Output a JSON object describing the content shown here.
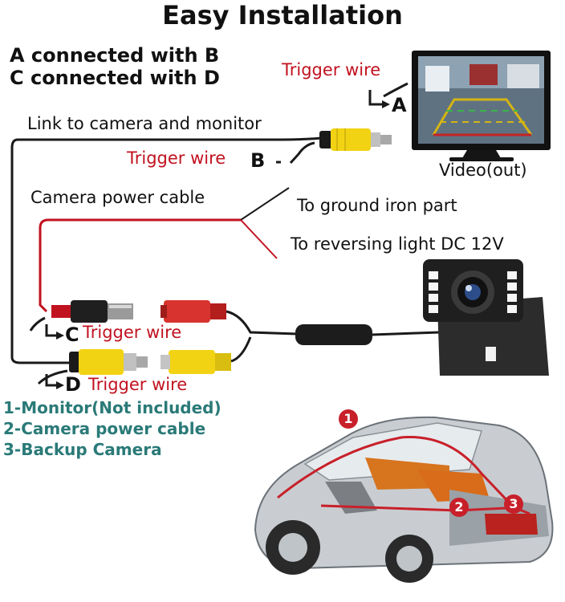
{
  "title": "Easy Installation",
  "connections": [
    "A connected with B",
    "C connected with D"
  ],
  "labels": {
    "trigger_wire": "Trigger wire",
    "link_to_camera": "Link to camera  and monitor",
    "camera_power_cable": "Camera power cable",
    "to_ground": "To ground iron part",
    "to_reversing": "To reversing light DC 12V",
    "video_out": "Video(out)",
    "letter_a": "A",
    "letter_b": "B",
    "letter_c": "C",
    "letter_d": "D"
  },
  "legend": [
    "1-Monitor(Not included)",
    "2-Camera power cable",
    "3-Backup Camera"
  ],
  "markers": [
    "1",
    "2",
    "3"
  ],
  "colors": {
    "wire_black": "#1a1a1a",
    "wire_red": "#c1121f",
    "rca_yellow": "#f2d313",
    "rca_red": "#d8332f",
    "legend_teal": "#2a7a78",
    "marker_red": "#c8202a"
  }
}
